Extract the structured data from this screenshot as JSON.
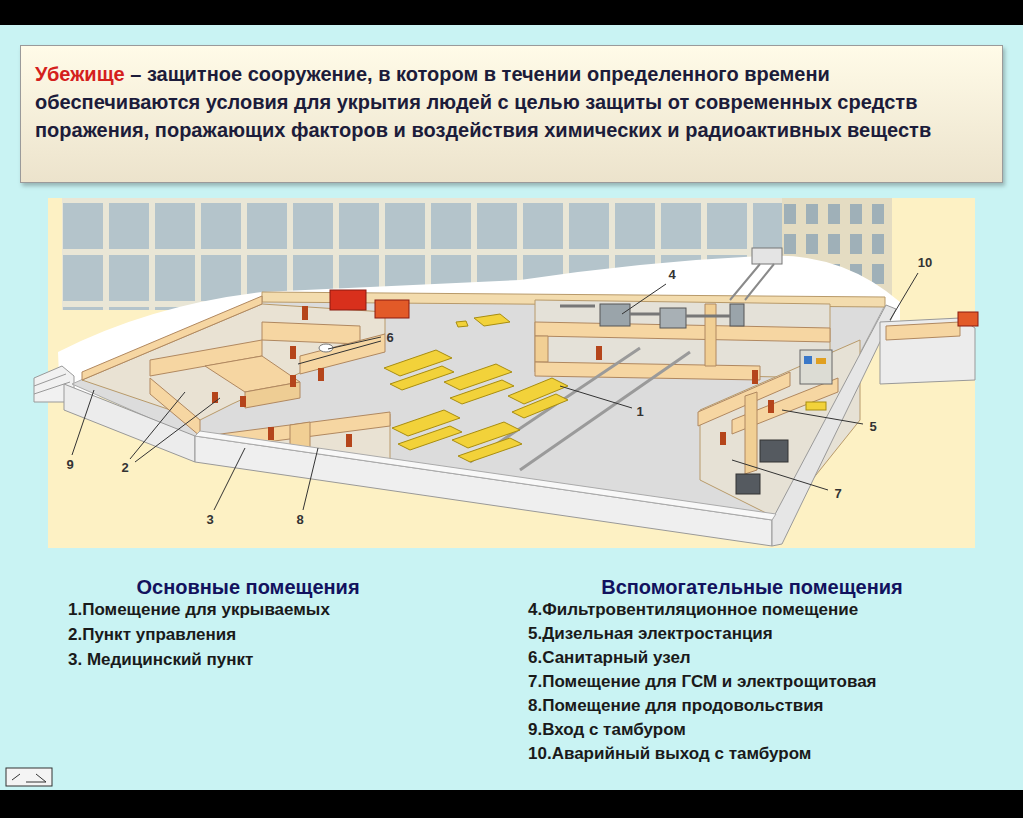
{
  "diagram": {
    "nodes": [
      {
        "text": [
          "Убежище",
          "– защитное сооружение, в котором в течении определенного времени обеспечиваются  условия для укрытия людей с целью защиты от современных средств поражения, поражающих факторов и воздействия химических и радиоактивных веществ"
        ]
      }
    ],
    "labels": [
      "4",
      "10",
      "6",
      "9",
      "2",
      "1",
      "5",
      "3",
      "8",
      "7",
      "Основные помещения",
      "1.Помещение для укрываемых",
      "2.Пункт управления",
      "3. Медицинский пункт",
      "Вспомогательные помещения",
      "4.Фильтровентиляционное помещение",
      "5.Дизельная электростанция",
      "6.Санитарный узел",
      "7.Помещение для ГСМ и электрощитовая",
      "8.Помещение для продовольствия",
      "9.Вход с тамбуром",
      "10.Аварийный выход с тамбуром"
    ]
  }
}
